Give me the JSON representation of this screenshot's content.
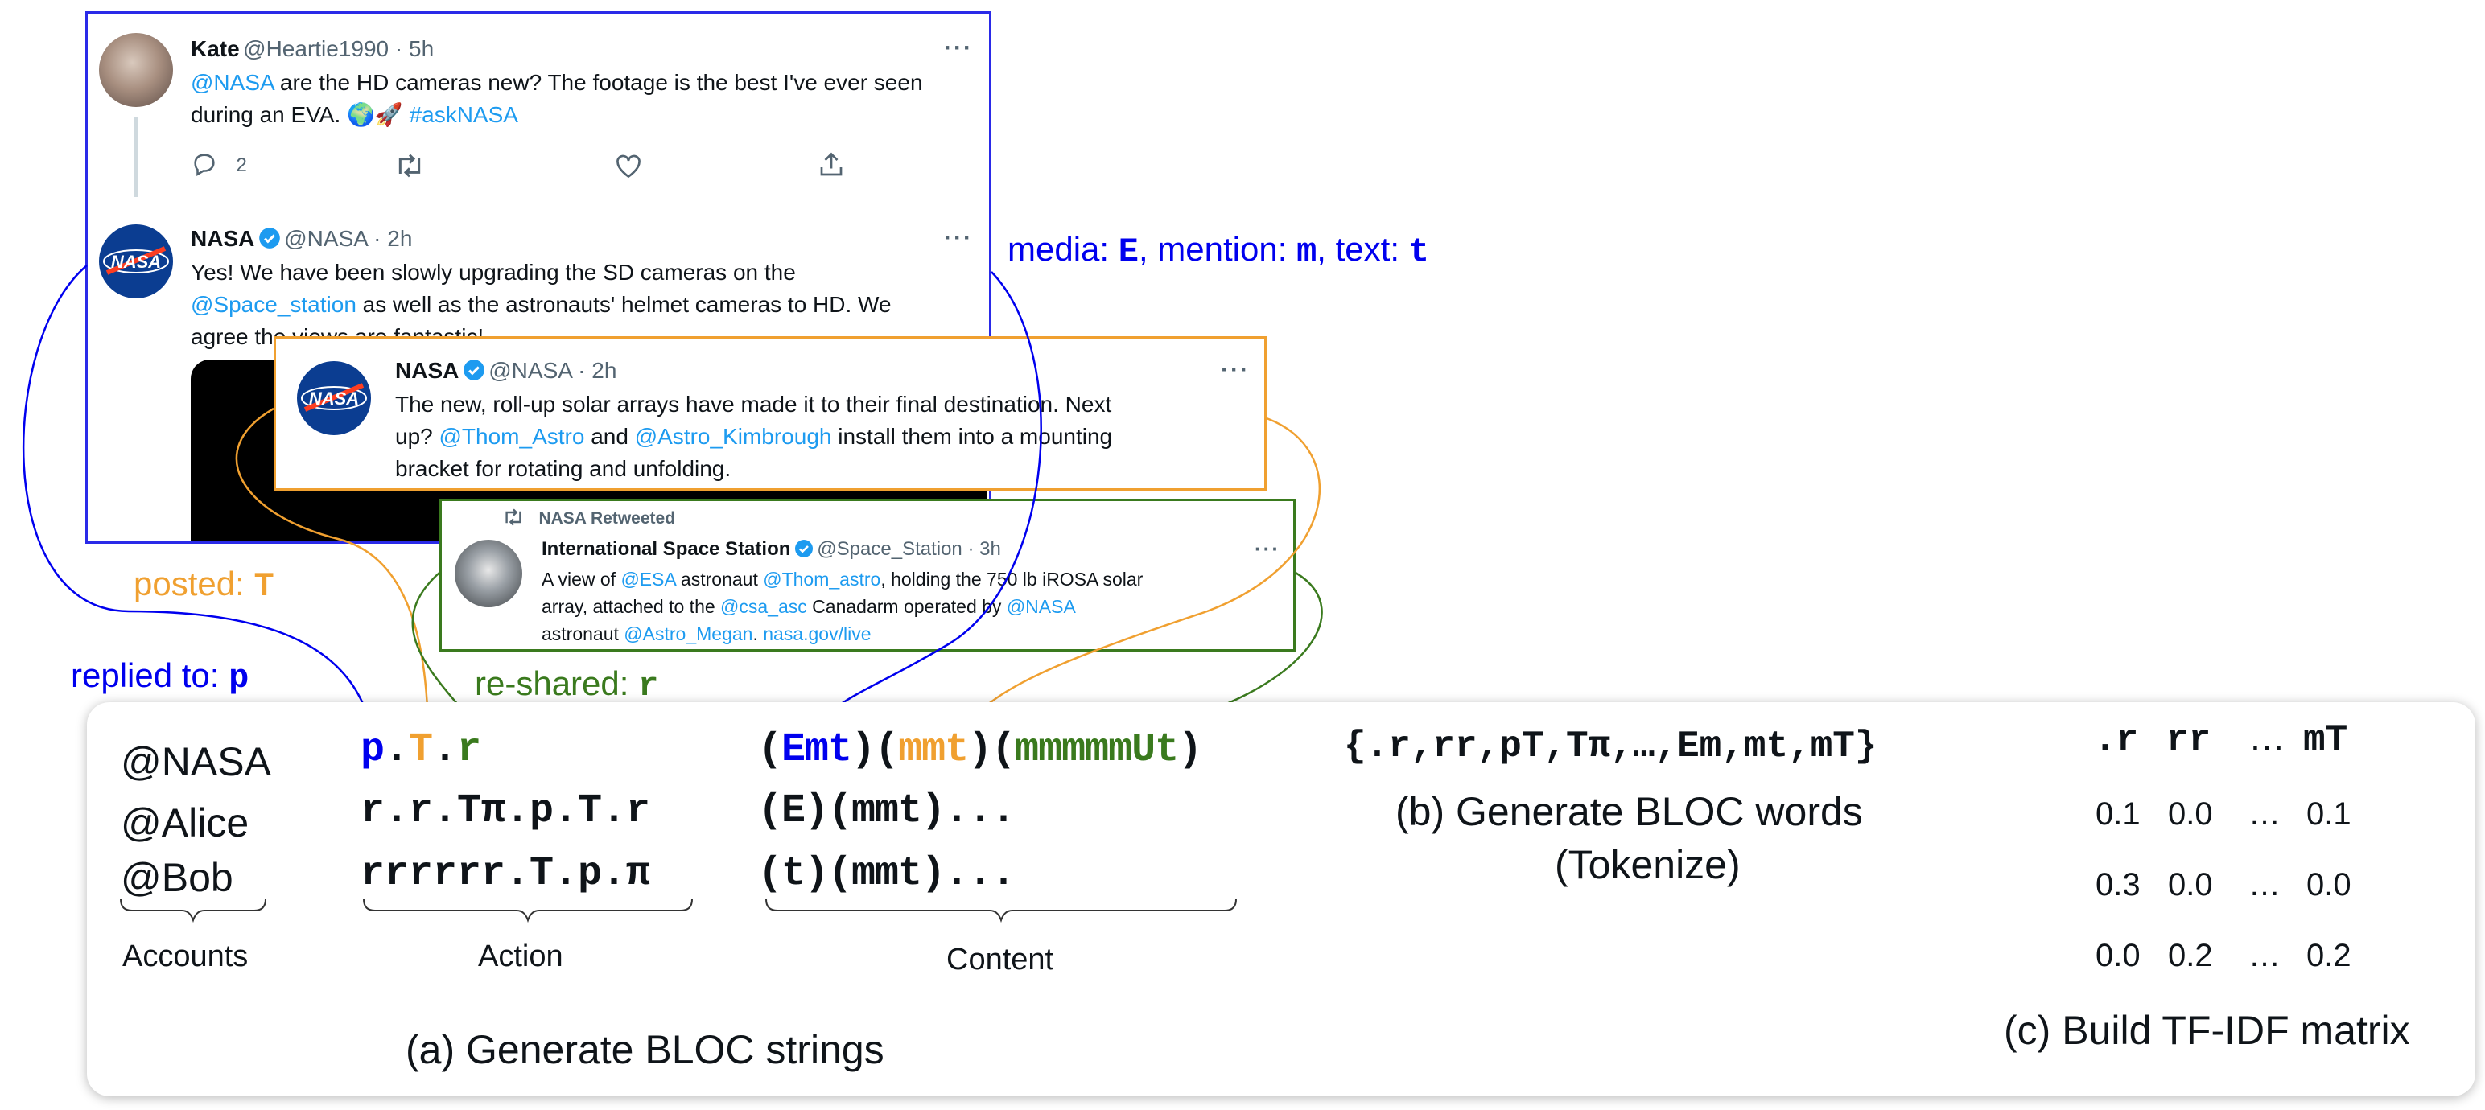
{
  "tweet1": {
    "name": "Kate",
    "meta": "@Heartie1990 · 5h",
    "mention": "@NASA",
    "text_a": " are the HD cameras new? The footage is the best I've ever seen",
    "text_b": "during an EVA. ",
    "emoji": "🌍🚀",
    "hashtag": "#askNASA",
    "reply_count": "2",
    "more": "···"
  },
  "tweet2": {
    "name": "NASA",
    "meta": "@NASA · 2h",
    "line1": "Yes! We have been slowly upgrading the SD cameras on the",
    "mention": "@Space_station",
    "line2": " as well as the astronauts' helmet cameras to HD. We",
    "line3": "agree the views are fantastic!",
    "more": "···"
  },
  "tweet3": {
    "name": "NASA",
    "meta": "@NASA · 2h",
    "line1": "The new, roll-up solar arrays have made it to their final destination. Next",
    "line2a": "up? ",
    "mention1": "@Thom_Astro",
    "and": " and ",
    "mention2": "@Astro_Kimbrough",
    "line2b": " install them into a mounting",
    "line3": "bracket for rotating and unfolding.",
    "more": "···"
  },
  "tweet4": {
    "retweeted": "NASA Retweeted",
    "name": "International Space Station",
    "meta": "@Space_Station · 3h",
    "l1a": "A view of ",
    "m1": "@ESA",
    "l1b": " astronaut ",
    "m2": "@Thom_astro",
    "l1c": ", holding the 750 lb iROSA solar",
    "l2a": "array, attached to the ",
    "m3": "@csa_asc",
    "l2b": " Canadarm operated by ",
    "m4": "@NASA",
    "l3a": "astronaut ",
    "m5": "@Astro_Megan",
    "l3b": ". ",
    "m6": "nasa.gov/live",
    "more": "···"
  },
  "labels": {
    "media_mention_text": {
      "p1": "media: ",
      "c1": "E",
      "p2": ", mention: ",
      "c2": "m",
      "p3": ", text: ",
      "c3": "t"
    },
    "posted": {
      "p": "posted: ",
      "c": "T"
    },
    "replied": {
      "p": "replied to: ",
      "c": "p"
    },
    "reshared": {
      "p": "re-shared: ",
      "c": "r"
    }
  },
  "accounts": [
    "@NASA",
    "@Alice",
    "@Bob"
  ],
  "action": {
    "row1": {
      "a": "p",
      "d1": ".",
      "b": "T",
      "d2": ".",
      "c": "r"
    },
    "row2": "r.r.Tπ.p.T.r",
    "row3": "rrrrrr.T.p.π"
  },
  "content": {
    "row1": {
      "o1": "(",
      "v1": "Emt",
      "c1": ")",
      "o2": "(",
      "v2": "mmt",
      "c2": ")",
      "o3": "(",
      "v3": "mmmmmUt",
      "c3": ")"
    },
    "row2": "(E)(mmt)...",
    "row3": "(t)(mmt)..."
  },
  "section_labels": {
    "accounts": "Accounts",
    "action": "Action",
    "content": "Content"
  },
  "step_a": "(a) Generate BLOC strings",
  "words": "{.r,rr,pT,Tπ,…,Em,mt,mT}",
  "step_b1": "(b) Generate BLOC words",
  "step_b2": "(Tokenize)",
  "tfidf": {
    "headers": [
      ".r",
      "rr",
      "…",
      "mT"
    ],
    "rows": [
      [
        "0.1",
        "0.0",
        "…",
        "0.1"
      ],
      [
        "0.3",
        "0.0",
        "…",
        "0.0"
      ],
      [
        "0.0",
        "0.2",
        "…",
        "0.2"
      ]
    ]
  },
  "step_c": "(c) Build TF-IDF matrix",
  "colors": {
    "blue": "#0000ee",
    "orange": "#f0a030",
    "green": "#3a7a1e",
    "twitter": "#1d9bf0"
  }
}
